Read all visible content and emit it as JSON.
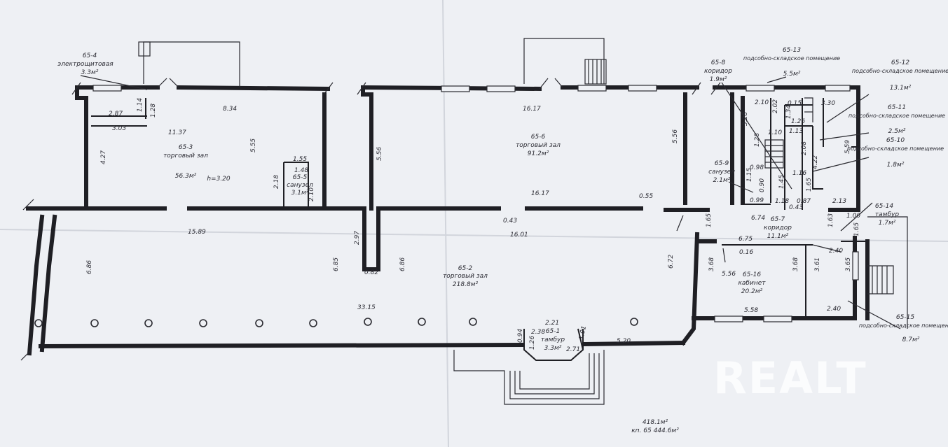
{
  "watermark": "REALT",
  "rooms": [
    {
      "id": "65-4",
      "name": "электрощитовая",
      "area": "3.3м²"
    },
    {
      "id": "65-3",
      "name": "торговый зал",
      "area": "56.3м²",
      "extra": "h=3.20"
    },
    {
      "id": "65-5",
      "name": "санузел",
      "area": "3.1м²"
    },
    {
      "id": "65-6",
      "name": "торговый зал",
      "area": "91.2м²"
    },
    {
      "id": "65-8",
      "name": "коридор",
      "area": "1.9м²"
    },
    {
      "id": "65-13",
      "name": "подсобно-складское помещение",
      "area": "5.5м²"
    },
    {
      "id": "65-12",
      "name": "подсобно-складское помещение",
      "area": "13.1м²"
    },
    {
      "id": "65-11",
      "name": "подсобно-складское помещение",
      "area": "2.5м²"
    },
    {
      "id": "65-10",
      "name": "подсобно-складское помещение",
      "area": "1.8м²"
    },
    {
      "id": "65-9",
      "name": "санузел",
      "area": "2.1м²"
    },
    {
      "id": "65-7",
      "name": "коридор",
      "area": "11.1м²"
    },
    {
      "id": "65-14",
      "name": "тамбур",
      "area": "1.7м²"
    },
    {
      "id": "65-16",
      "name": "кабинет",
      "area": "20.2м²"
    },
    {
      "id": "65-15",
      "name": "подсобно-складское помещение",
      "area": "8.7м²"
    },
    {
      "id": "65-2",
      "name": "торговый зал",
      "area": "218.8м²"
    },
    {
      "id": "65-1",
      "name": "тамбур",
      "area": "3.3м²"
    }
  ],
  "dimensions": {
    "d_8_34": "8.34",
    "d_11_37": "11.37",
    "d_5_55": "5.55",
    "d_4_27": "4.27",
    "d_2_87": "2.87",
    "d_3_03": "3.03",
    "d_1_14": "1.14",
    "d_1_28a": "1.28",
    "d_1_55": "1.55",
    "d_1_48": "1.48",
    "d_2_18": "2.18",
    "d_2_10a": "2.10",
    "d_5_56a": "5.56",
    "d_16_17a": "16.17",
    "d_5_56b": "5.56",
    "d_16_17b": "16.17",
    "d_0_55": "0.55",
    "d_0_43a": "0.43",
    "d_16_01": "16.01",
    "d_15_89": "15.89",
    "d_2_97": "2.97",
    "d_6_86a": "6.86",
    "d_6_85": "6.85",
    "d_0_82": "0.82",
    "d_6_86b": "6.86",
    "d_33_15": "33.15",
    "d_6_72": "6.72",
    "d_2_10b": "2.10",
    "d_2_02": "2.02",
    "d_0_15": "0.15",
    "d_3_30": "3.30",
    "d_1_34": "1.34",
    "d_1_26a": "1.26",
    "d_1_13": "1.13",
    "d_1_10": "1.10",
    "d_3_28": "3.28",
    "d_1_28b": "1.28",
    "d_2_08": "2.08",
    "d_4_22": "4.22",
    "d_5_59": "5.59",
    "d_0_98": "0.98",
    "d_1_15": "1.15",
    "d_1_45": "1.45",
    "d_1_16": "1.16",
    "d_0_90": "0.90",
    "d_1_65a": "1.65",
    "d_0_99": "0.99",
    "d_1_18": "1.18",
    "d_0_43b": "0.43",
    "d_0_87": "0.87",
    "d_2_13": "2.13",
    "d_6_74": "6.74",
    "d_1_65b": "1.65",
    "d_1_00": "1.00",
    "d_1_63": "1.63",
    "d_1_65c": "1.65",
    "d_6_75": "6.75",
    "d_0_16": "0.16",
    "d_2_40a": "2.40",
    "d_3_68a": "3.68",
    "d_5_56c": "5.56",
    "d_3_68b": "3.68",
    "d_3_61": "3.61",
    "d_3_65": "3.65",
    "d_5_58": "5.58",
    "d_2_40b": "2.40",
    "d_2_21": "2.21",
    "d_2_38": "2.38",
    "d_1_01": "1.01",
    "d_0_94": "0.94",
    "d_1_26b": "1.26",
    "d_2_71": "2.71",
    "d_5_20": "5.20"
  },
  "totals": {
    "total_area": "418.1м²",
    "premises": "кп. 65 444.6м²"
  }
}
